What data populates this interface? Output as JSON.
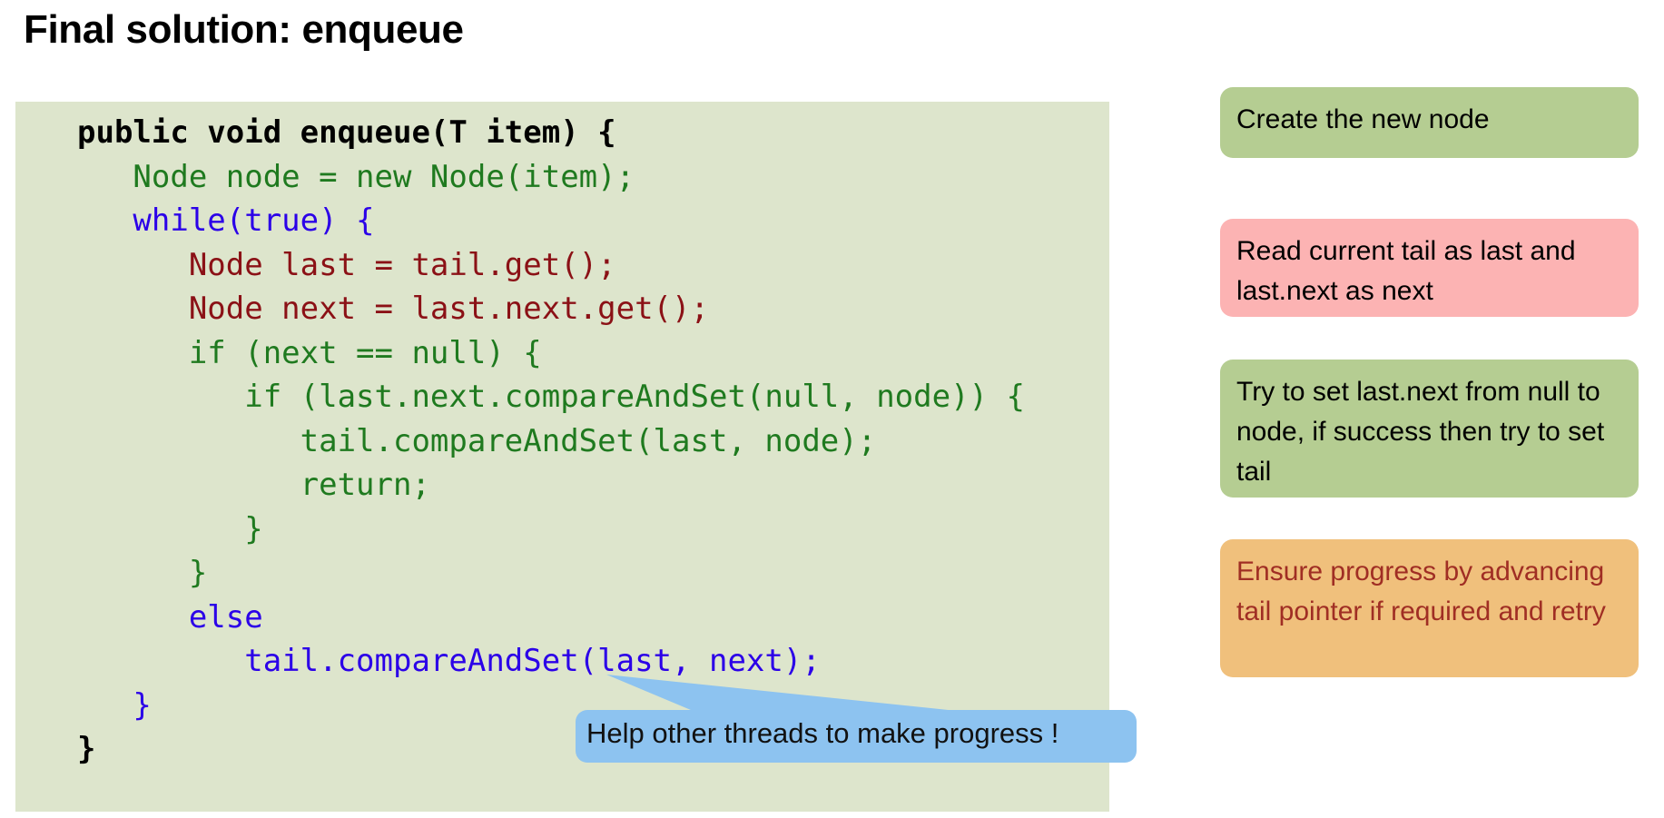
{
  "slide": {
    "title": "Final solution: enqueue"
  },
  "code": {
    "language": "java",
    "lines": [
      {
        "indent": 0,
        "color": "black",
        "text": "public void enqueue(T item) {"
      },
      {
        "indent": 1,
        "color": "green",
        "text": "Node node = new Node(item);"
      },
      {
        "indent": 1,
        "color": "blue",
        "text": "while(true) {"
      },
      {
        "indent": 2,
        "color": "darkred",
        "text": "Node last = tail.get();"
      },
      {
        "indent": 2,
        "color": "darkred",
        "text": "Node next = last.next.get();"
      },
      {
        "indent": 2,
        "color": "green",
        "text": "if (next == null) {"
      },
      {
        "indent": 3,
        "color": "green",
        "text": "if (last.next.compareAndSet(null, node)) {"
      },
      {
        "indent": 4,
        "color": "green",
        "text": "tail.compareAndSet(last, node);"
      },
      {
        "indent": 4,
        "color": "green",
        "text": "return;"
      },
      {
        "indent": 3,
        "color": "green",
        "text": "}"
      },
      {
        "indent": 2,
        "color": "green",
        "text": "}"
      },
      {
        "indent": 2,
        "color": "blue",
        "text": "else"
      },
      {
        "indent": 3,
        "color": "blue",
        "text": "tail.compareAndSet(last, next);"
      },
      {
        "indent": 1,
        "color": "blue",
        "text": "}"
      },
      {
        "indent": 0,
        "color": "black",
        "text": "}"
      }
    ]
  },
  "annotations": [
    {
      "id": "create-node",
      "text": "Create the new node",
      "bg": "#b5cd92",
      "fg": "#000000"
    },
    {
      "id": "read-tail",
      "text": "Read current tail as last and last.next as next",
      "bg": "#fcb3b3",
      "fg": "#000000"
    },
    {
      "id": "try-set",
      "text": "Try to set last.next from null to node, if success then try to set tail",
      "bg": "#b5cd92",
      "fg": "#000000"
    },
    {
      "id": "ensure",
      "text": "Ensure progress by advancing tail pointer if required and retry",
      "bg": "#f0c07c",
      "fg": "#a02e24"
    }
  ],
  "callout": {
    "text": "Help other threads to make progress !",
    "bg": "#8dc3f0",
    "fg": "#111111"
  },
  "colors": {
    "code_panel_bg": "#dde5cc",
    "code_black": "#000000",
    "code_green": "#1f7a1f",
    "code_blue": "#2b00e8",
    "code_darkred": "#8b1116",
    "page_bg": "#ffffff"
  }
}
